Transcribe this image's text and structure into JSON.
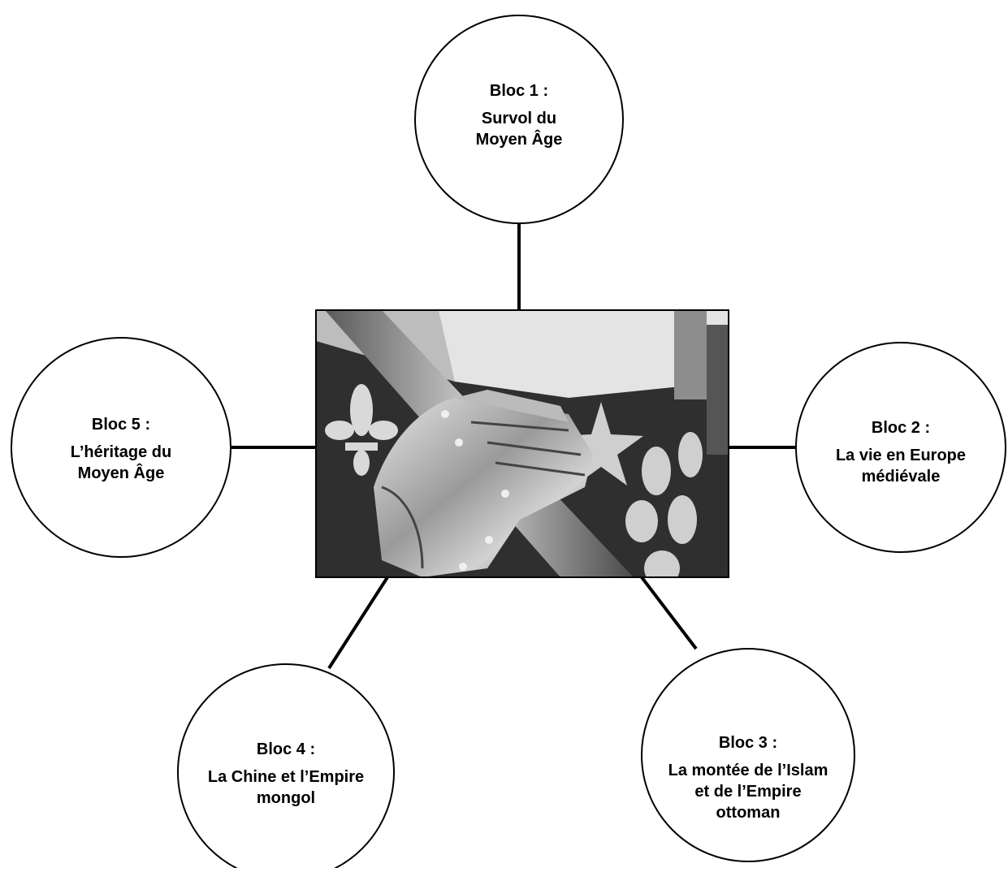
{
  "central_image": {
    "description_icon": "armored-gauntlet-holding-lance-photo"
  },
  "nodes": [
    {
      "title": "Bloc 1 :",
      "subtitle": "Survol du\nMoyen Âge"
    },
    {
      "title": "Bloc 2 :",
      "subtitle": "La vie en Europe\nmédiévale"
    },
    {
      "title": "Bloc 3 :",
      "subtitle": "La montée de l’Islam\net de l’Empire\nottoman"
    },
    {
      "title": "Bloc 4 :",
      "subtitle": "La Chine et l’Empire\nmongol"
    },
    {
      "title": "Bloc 5 :",
      "subtitle": "L’héritage du\nMoyen Âge"
    }
  ]
}
